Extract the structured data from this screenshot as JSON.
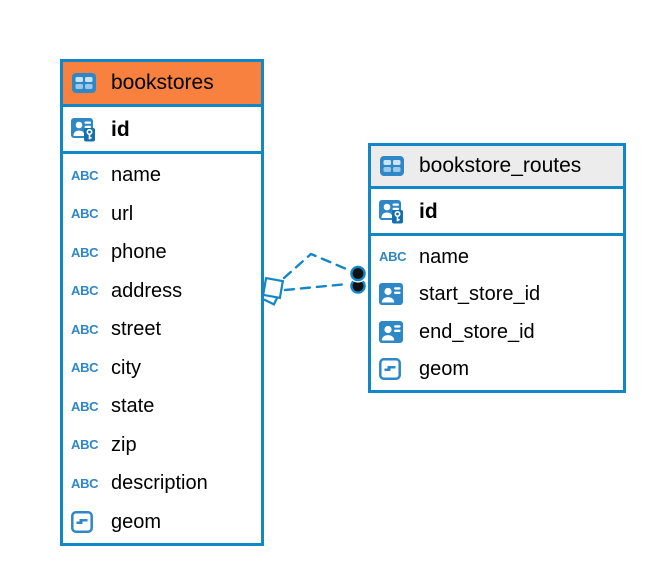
{
  "colors": {
    "accent_blue": "#1287C6",
    "icon_blue": "#2E87C6",
    "icon_blue_dark": "#1470AC",
    "header_orange": "#F8813F",
    "header_gray": "#ECECEC",
    "text": "#000000",
    "endpoint_black": "#111111"
  },
  "icons": {
    "abc_glyph": "ABC"
  },
  "tables": [
    {
      "title": "bookstores",
      "header_icon": "table-grid",
      "header_style": "orange",
      "key_field": {
        "label": "id",
        "icon": "person-key"
      },
      "fields": [
        {
          "label": "name",
          "icon": "abc"
        },
        {
          "label": "url",
          "icon": "abc"
        },
        {
          "label": "phone",
          "icon": "abc"
        },
        {
          "label": "address",
          "icon": "abc"
        },
        {
          "label": "street",
          "icon": "abc"
        },
        {
          "label": "city",
          "icon": "abc"
        },
        {
          "label": "state",
          "icon": "abc"
        },
        {
          "label": "zip",
          "icon": "abc"
        },
        {
          "label": "description",
          "icon": "abc"
        },
        {
          "label": "geom",
          "icon": "geometry"
        }
      ]
    },
    {
      "title": "bookstore_routes",
      "header_icon": "table-grid",
      "header_style": "gray",
      "key_field": {
        "label": "id",
        "icon": "person-key"
      },
      "fields": [
        {
          "label": "name",
          "icon": "abc"
        },
        {
          "label": "start_store_id",
          "icon": "person-ref"
        },
        {
          "label": "end_store_id",
          "icon": "person-ref"
        },
        {
          "label": "geom",
          "icon": "geometry"
        }
      ]
    }
  ],
  "relationships": [
    {
      "from_table": "bookstore_routes",
      "from_field": "start_store_id",
      "to_table": "bookstores",
      "style": "dashed"
    },
    {
      "from_table": "bookstore_routes",
      "from_field": "end_store_id",
      "to_table": "bookstores",
      "style": "dashed"
    }
  ]
}
